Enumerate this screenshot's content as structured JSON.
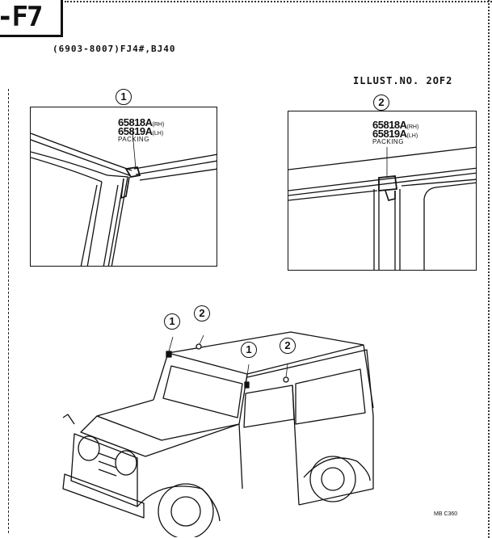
{
  "header": {
    "section_code": "-F7",
    "model_line": "(6903-8007)FJ4#,BJ40",
    "illust_no": "ILLUST.NO. 2OF2"
  },
  "details": [
    {
      "callout": "1",
      "part_rh": "65818A",
      "rh_suffix": "(RH)",
      "part_lh": "65819A",
      "lh_suffix": "(LH)",
      "part_name": "PACKING"
    },
    {
      "callout": "2",
      "part_rh": "65818A",
      "rh_suffix": "(RH)",
      "part_lh": "65819A",
      "lh_suffix": "(LH)",
      "part_name": "PACKING"
    }
  ],
  "vehicle_callouts": [
    "1",
    "2",
    "1",
    "2"
  ],
  "footer": {
    "code": "MB C360"
  }
}
